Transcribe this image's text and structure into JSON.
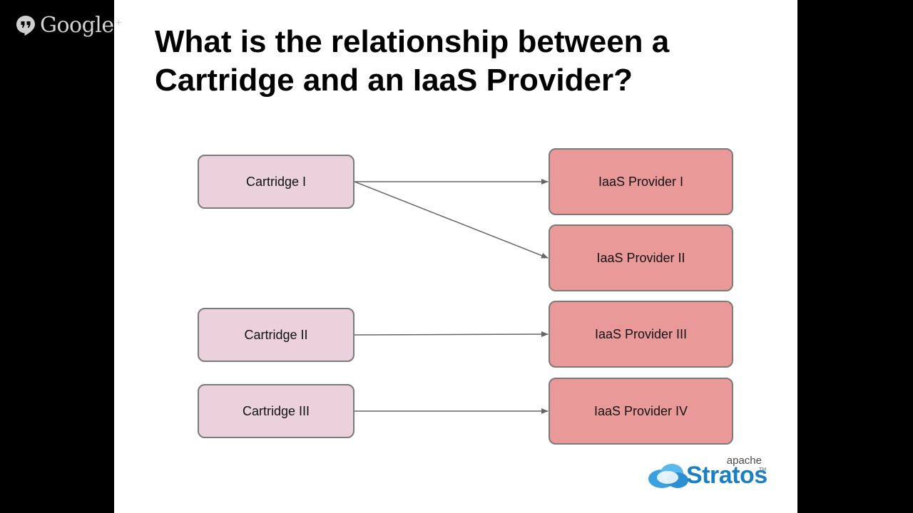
{
  "watermark": {
    "icon": "hangouts-quote-icon",
    "text": "Google",
    "plus": "+"
  },
  "slide": {
    "title": "What is the relationship between a Cartridge and an IaaS Provider?"
  },
  "diagram": {
    "cartridges": [
      {
        "id": "c1",
        "label": "Cartridge I"
      },
      {
        "id": "c2",
        "label": "Cartridge II"
      },
      {
        "id": "c3",
        "label": "Cartridge III"
      }
    ],
    "providers": [
      {
        "id": "p1",
        "label": "IaaS Provider I"
      },
      {
        "id": "p2",
        "label": "IaaS Provider II"
      },
      {
        "id": "p3",
        "label": "IaaS Provider III"
      },
      {
        "id": "p4",
        "label": "IaaS Provider IV"
      }
    ],
    "edges": [
      {
        "from": "c1",
        "to": "p1"
      },
      {
        "from": "c1",
        "to": "p2"
      },
      {
        "from": "c2",
        "to": "p3"
      },
      {
        "from": "c3",
        "to": "p4"
      }
    ],
    "colors": {
      "cartridge_fill": "#ead1dc",
      "provider_fill": "#ea9999",
      "border": "#7a7a7a",
      "arrow": "#666666"
    }
  },
  "logo": {
    "top_text": "apache",
    "name": "Stratos",
    "tm": "TM",
    "color": "#1b7fc4"
  }
}
